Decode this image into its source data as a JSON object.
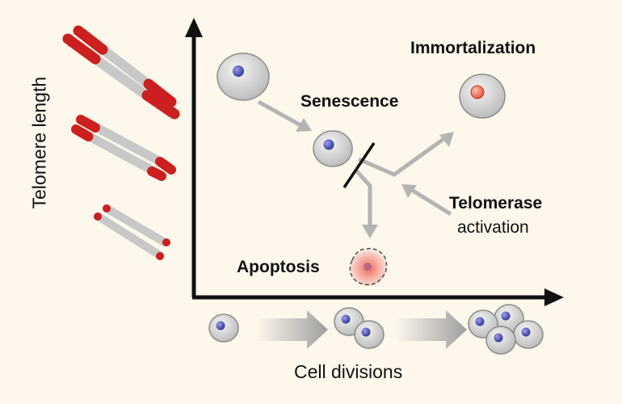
{
  "labels": {
    "y_axis": "Telomere length",
    "x_axis": "Cell divisions",
    "senescence": "Senescence",
    "immortalization": "Immortalization",
    "apoptosis": "Apoptosis",
    "telomerase": "Telomerase",
    "activation": "activation"
  },
  "colors": {
    "background": "#fdf7ec",
    "axis": "#111111",
    "chromatid": "#c8c8c8",
    "telomere": "#cc1f1f",
    "cell_fill": "#d2d2d2",
    "nucleus": "#4a50b5",
    "immortal_nucleus": "#f07f6b",
    "apoptotic": "#f2a8a0",
    "arrow": "#b4b4b4"
  },
  "icons": [
    "long-chromosome-icon",
    "medium-chromosome-icon",
    "short-chromosome-icon",
    "cell-icon",
    "apoptotic-cell-icon",
    "block-bar-icon"
  ]
}
